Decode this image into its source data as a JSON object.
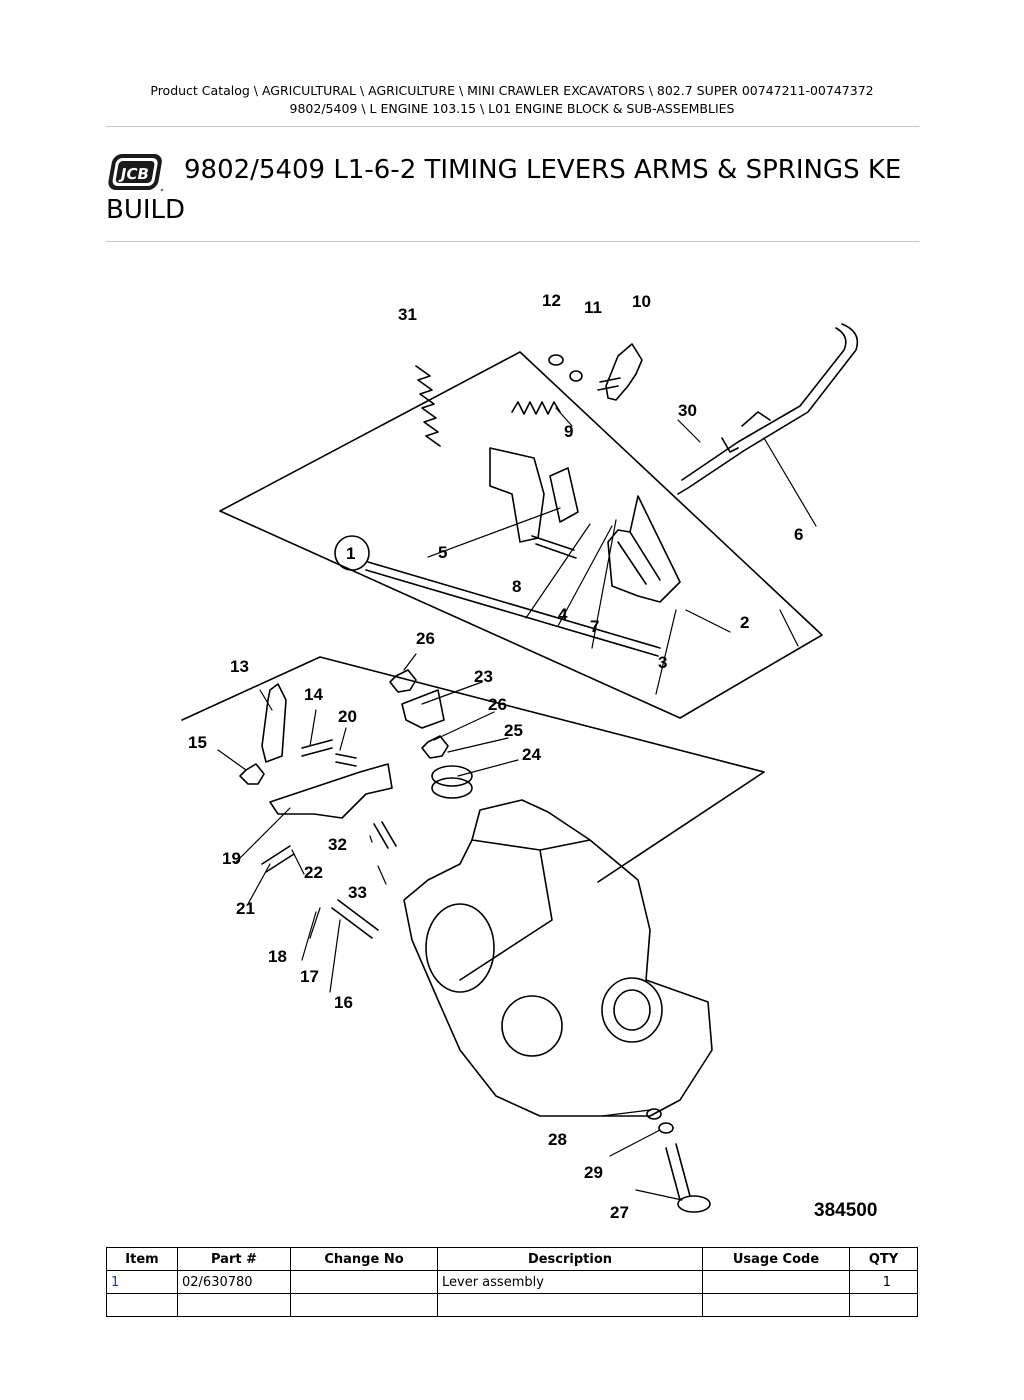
{
  "breadcrumb": {
    "line1": "Product Catalog  \\  AGRICULTURAL  \\  AGRICULTURE  \\  MINI CRAWLER EXCAVATORS  \\  802.7 SUPER 00747211-00747372",
    "line2": "9802/5409  \\  L ENGINE 103.15  \\  L01 ENGINE BLOCK & SUB-ASSEMBLIES"
  },
  "logo": {
    "text": "JCB",
    "color": "#1a1a1a"
  },
  "page_title": "9802/5409 L1-6-2 TIMING LEVERS ARMS & SPRINGS KE BUILD",
  "diagram": {
    "drawing_number": "384500",
    "callouts": [
      "1",
      "2",
      "3",
      "4",
      "5",
      "6",
      "7",
      "8",
      "9",
      "10",
      "11",
      "12",
      "13",
      "14",
      "15",
      "16",
      "17",
      "18",
      "19",
      "20",
      "21",
      "22",
      "23",
      "24",
      "25",
      "26",
      "26",
      "27",
      "28",
      "29",
      "30",
      "31",
      "32",
      "33"
    ]
  },
  "table": {
    "headers": [
      "Item",
      "Part #",
      "Change No",
      "Description",
      "Usage Code",
      "QTY"
    ],
    "rows": [
      {
        "item": "1",
        "part": "02/630780",
        "change": "",
        "description": "Lever assembly",
        "usage": "",
        "qty": "1"
      },
      {
        "item": "",
        "part": "",
        "change": "",
        "description": "",
        "usage": "",
        "qty": ""
      }
    ]
  }
}
